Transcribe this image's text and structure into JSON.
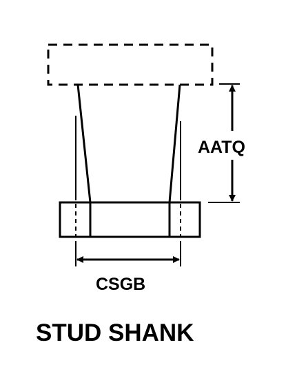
{
  "labels": {
    "height_dim": "AATQ",
    "width_dim": "CSGB",
    "caption": "STUD SHANK"
  },
  "colors": {
    "ink": "#000000",
    "background": "#ffffff"
  }
}
